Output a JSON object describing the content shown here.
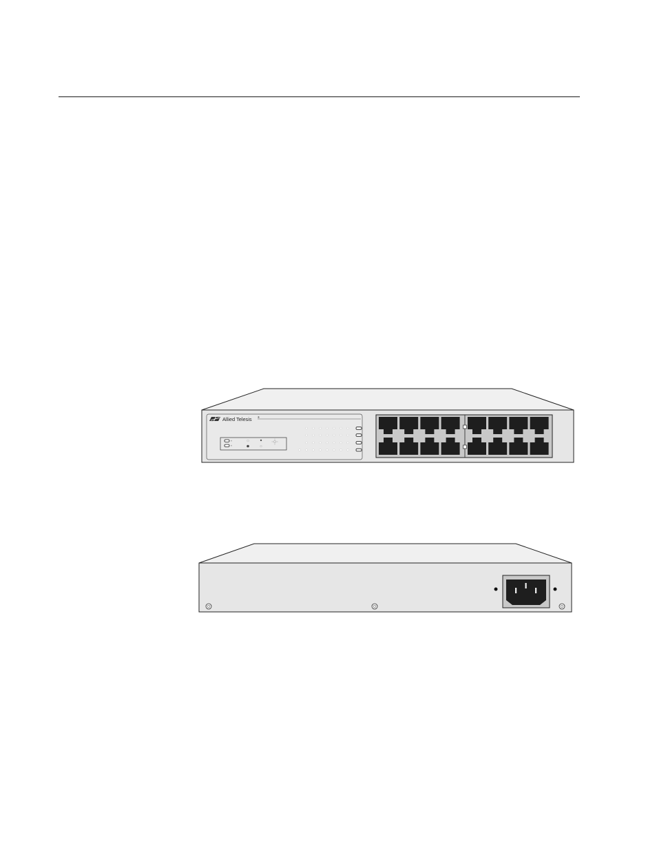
{
  "front_panel": {
    "brand": "Allied Telesis",
    "trademark": "®",
    "port_count": 16
  },
  "rear_panel": {
    "power_connector": "ac-power-inlet"
  },
  "colors": {
    "chassis_face": "#e6e6e6",
    "chassis_top": "#f0f0f0",
    "port_block": "#c8c8c8",
    "port_jack": "#1e1e1e",
    "outline": "#222222"
  }
}
